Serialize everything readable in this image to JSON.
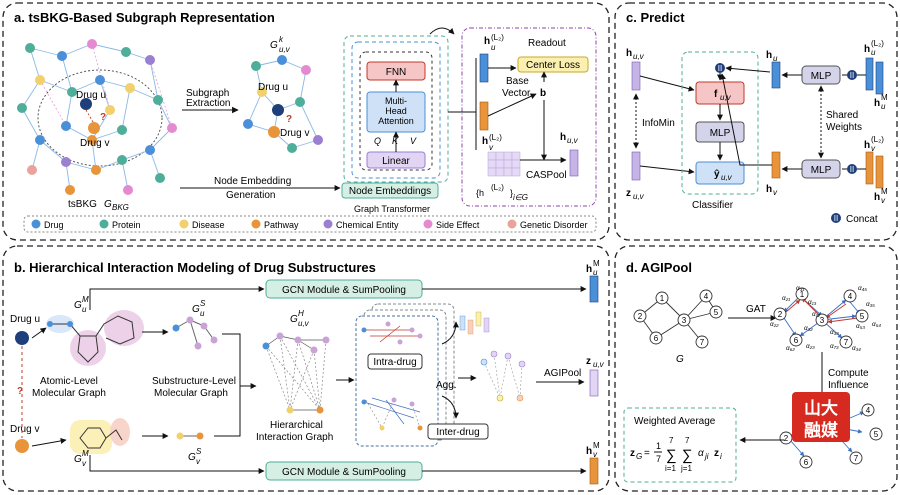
{
  "panel_a": {
    "title": "a. tsBKG-Based Subgraph Representation",
    "drug_u": "Drug u",
    "drug_v": "Drug v",
    "question": "?",
    "subgraph_extraction_1": "Subgraph",
    "subgraph_extraction_2": "Extraction",
    "subgraph_label": "G",
    "subgraph_sup": "k",
    "subgraph_sub": "u,v",
    "tsbkg_label": "tsBKG",
    "tsbkg_g": "G",
    "tsbkg_sub": "BKG",
    "fnn": "FNN",
    "mha_1": "Multi-",
    "mha_2": "Head",
    "mha_3": "Attention",
    "q": "Q",
    "k": "K",
    "v": "V",
    "linear": "Linear",
    "node_embeddings": "Node Embeddings",
    "graph_transformer": "Graph Transformer",
    "node_emb_gen_1": "Node Embedding",
    "node_emb_gen_2": "Generation",
    "readout": "Readout",
    "center_loss": "Center Loss",
    "base_vector_1": "Base",
    "base_vector_2": "Vector",
    "b": "b",
    "h_u_L2": "h",
    "h_v_L2": "h",
    "sup_L2": "(L₂)",
    "sub_u": "u",
    "sub_v": "v",
    "caspool": "CASPool",
    "h_uv": "h",
    "h_uv_sub": "u,v",
    "h_set": "{h",
    "h_set_sup": "(L₂)",
    "h_set_close": "}",
    "h_set_sub": "i∈G",
    "legend": [
      "Drug",
      "Protein",
      "Disease",
      "Pathway",
      "Chemical Entity",
      "Side Effect",
      "Genetic Disorder"
    ],
    "legend_colors": [
      "#4a90d9",
      "#4fae9a",
      "#f2d06b",
      "#e8943a",
      "#9b7fd1",
      "#e58ad0",
      "#e8a49a"
    ]
  },
  "panel_b": {
    "title": "b. Hierarchical Interaction Modeling of Drug Substructures",
    "drug_u": "Drug u",
    "drug_v": "Drug v",
    "question": "?",
    "gcn_top": "GCN Module & SumPooling",
    "gcn_bottom": "GCN Module & SumPooling",
    "gu_M": "G",
    "gu_M_sup": "M",
    "gu_M_sub": "u",
    "gv_M": "G",
    "gv_M_sup": "M",
    "gv_M_sub": "v",
    "gu_S": "G",
    "gu_S_sup": "S",
    "gu_S_sub": "u",
    "gv_S": "G",
    "gv_S_sup": "S",
    "gv_S_sub": "v",
    "guv_H": "G",
    "guv_H_sup": "H",
    "guv_H_sub": "u,v",
    "atomic_1": "Atomic-Level",
    "atomic_2": "Molecular Graph",
    "substructure_1": "Substructure-Level",
    "substructure_2": "Molecular Graph",
    "hier_1": "Hierarchical",
    "hier_2": "Interaction Graph",
    "intra": "Intra-drug",
    "inter": "Inter-drug",
    "agg": "Agg.",
    "agipool": "AGIPool",
    "hu_M": "h",
    "hu_M_sup": "M",
    "hu_M_sub": "u",
    "hv_M": "h",
    "hv_M_sup": "M",
    "hv_M_sub": "v",
    "z_uv": "z",
    "z_uv_sub": "u,v"
  },
  "panel_c": {
    "title": "c. Predict",
    "h_uv": "h",
    "h_uv_sub": "u,v",
    "z_uv": "z",
    "z_uv_sub": "u,v",
    "infomin": "InfoMin",
    "classifier": "Classifier",
    "f_uv": "f",
    "f_uv_sub": "u,v",
    "mlp": "MLP",
    "y_uv": "ŷ",
    "y_uv_sub": "u,v",
    "h_u": "h",
    "h_u_sub": "u",
    "h_v": "h",
    "h_v_sub": "v",
    "mlp_top": "MLP",
    "mlp_bottom": "MLP",
    "shared_1": "Shared",
    "shared_2": "Weights",
    "hu_L2": "h",
    "hu_L2_sup": "(L₂)",
    "hu_L2_sub": "u",
    "hu_M": "h",
    "hu_M_sup": "M",
    "hu_M_sub": "u",
    "hv_L2": "h",
    "hv_L2_sup": "(L₂)",
    "hv_L2_sub": "v",
    "hv_M": "h",
    "hv_M_sup": "M",
    "hv_M_sub": "v",
    "concat": "Concat",
    "concat_symbol": "II"
  },
  "panel_d": {
    "title": "d. AGIPool",
    "graph_label": "G",
    "nodes": [
      "1",
      "2",
      "3",
      "4",
      "5",
      "6",
      "7"
    ],
    "gat": "GAT",
    "compute_1": "Compute",
    "compute_2": "Influence",
    "weighted_avg": "Weighted Average",
    "formula_z": "z",
    "formula_z_sub": "G",
    "formula_eq": "=",
    "formula_frac_num": "1",
    "formula_frac_den": "7",
    "formula_sum": "∑",
    "formula_sum_top": "7",
    "formula_sum_bot_i": "i=1",
    "formula_sum_bot_j": "j=1",
    "formula_alpha": "α",
    "formula_alpha_sub": "ji",
    "formula_zi": "z",
    "formula_zi_sub": "i",
    "alpha_labels": [
      "α₂₁",
      "α₃₁",
      "α₁₃",
      "α₄₅",
      "α₃₅",
      "α₁₂",
      "α₂₂",
      "α₃₂",
      "α₃₃",
      "α₅₃",
      "α₆₂",
      "α₂₃",
      "α₇₃",
      "α₃₄",
      "α₅₄"
    ],
    "watermark_1": "山大",
    "watermark_2": "融媒"
  }
}
